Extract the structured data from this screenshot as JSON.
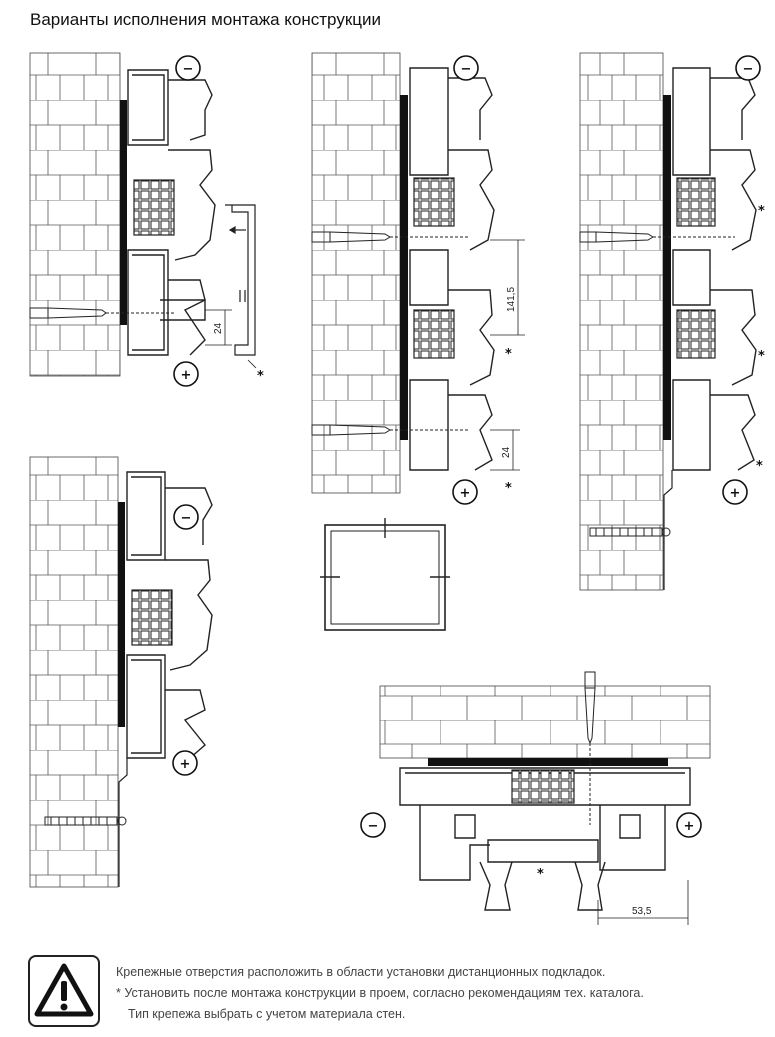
{
  "title": "Варианты исполнения монтажа конструкции",
  "symbols": {
    "minus": "−",
    "plus": "+",
    "asterisk": "*"
  },
  "dimensions": {
    "d1_gap": "24",
    "d2_height": "141,5",
    "d2_gap": "24",
    "d5_width": "53,5"
  },
  "notes": {
    "line1": "Крепежные отверстия расположить в области установки дистанционных подкладок.",
    "line2": "*  Установить после монтажа конструкции в проем, согласно рекомендациям тех. каталога.",
    "line3": "Тип крепежа выбрать с учетом материала стен."
  },
  "icons": {
    "warning": "warning-triangle-icon",
    "minus": "minus-circle-icon",
    "plus": "plus-circle-icon"
  },
  "colors": {
    "line": "#222222",
    "seal": "#111111",
    "background": "#ffffff"
  }
}
